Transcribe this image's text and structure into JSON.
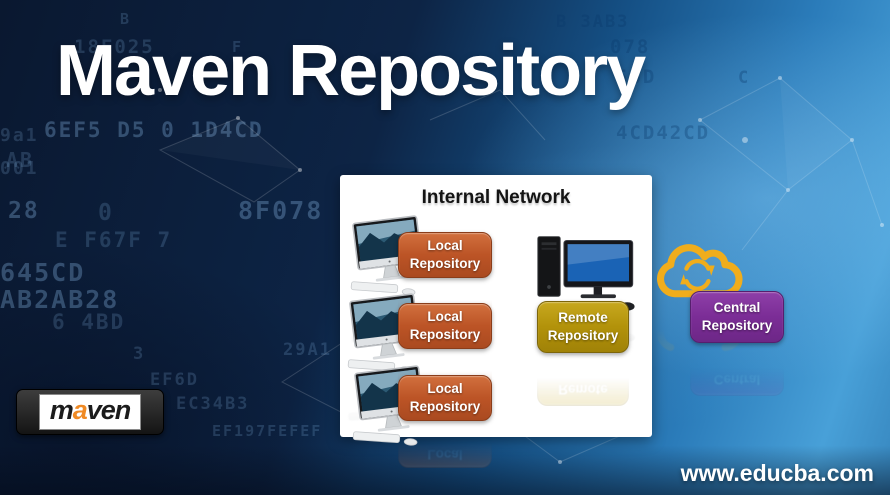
{
  "title": "Maven Repository",
  "diagram": {
    "heading": "Internal Network",
    "local_repositories": [
      "Local Repository",
      "Local Repository",
      "Local Repository"
    ],
    "remote_repository": "Remote Repository",
    "central_repository": "Central Repository"
  },
  "logo": {
    "m": "m",
    "a": "a",
    "ven": "ven"
  },
  "footer": {
    "website": "www.educba.com"
  },
  "colors": {
    "background_dark": "#0a1830",
    "background_light": "#48a0d8",
    "local_repository": "#bc5426",
    "remote_repository": "#b2920a",
    "central_repository": "#7b2d96",
    "cloud": "#f0ad1c",
    "panel": "#ffffff",
    "title_text": "#ffffff",
    "maven_logo_accent": "#f08a24"
  },
  "background_hex": [
    "9a1",
    "001",
    "18F025",
    "B",
    "F",
    "6EF5 D5 0 1D4CD",
    "AB",
    "28",
    "0",
    "8F078",
    "E F67F 7",
    "645CD",
    "AB2AB28",
    "6 4BD",
    "3",
    "29A1",
    "EF6D",
    "EC34B3",
    "EF197FEFEF",
    "B 3AB3",
    "078",
    "56D",
    "C",
    "4CD42CD"
  ]
}
